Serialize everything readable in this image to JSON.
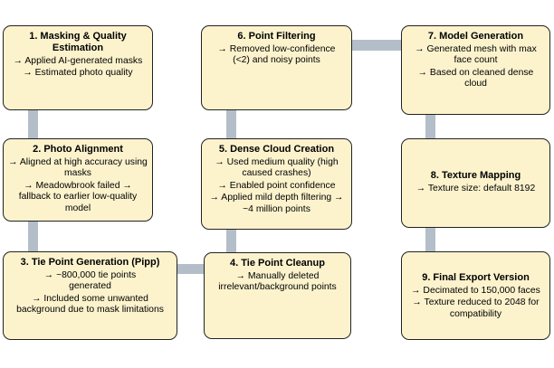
{
  "diagram": {
    "steps": [
      {
        "id": "s1",
        "title": "1. Masking & Quality Estimation",
        "items": [
          "→ Applied AI-generated masks",
          "→ Estimated photo quality"
        ]
      },
      {
        "id": "s2",
        "title": "2. Photo Alignment",
        "items": [
          "→ Aligned at high accuracy using masks",
          "→ Meadowbrook failed → fallback to earlier low-quality model"
        ]
      },
      {
        "id": "s3",
        "title": "3. Tie Point Generation (Pipp)",
        "items": [
          "→ ~800,000 tie points generated",
          "→ Included some unwanted background due to mask limitations"
        ]
      },
      {
        "id": "s4",
        "title": "4. Tie Point Cleanup",
        "items": [
          "→ Manually deleted irrelevant/background points"
        ]
      },
      {
        "id": "s5",
        "title": "5. Dense Cloud Creation",
        "items": [
          "→ Used medium quality (high caused crashes)",
          "→ Enabled point confidence",
          "→ Applied mild depth filtering → ~4 million points"
        ]
      },
      {
        "id": "s6",
        "title": "6. Point Filtering",
        "items": [
          "→ Removed low-confidence (<2) and noisy points"
        ]
      },
      {
        "id": "s7",
        "title": "7. Model Generation",
        "items": [
          "→ Generated mesh with max face count",
          "→ Based on cleaned dense cloud"
        ]
      },
      {
        "id": "s8",
        "title": "8. Texture Mapping",
        "items": [
          "→ Texture size: default 8192"
        ]
      },
      {
        "id": "s9",
        "title": "9. Final Export Version",
        "items": [
          "→ Decimated to 150,000 faces",
          "→ Texture reduced to 2048 for compatibility"
        ]
      }
    ],
    "colors": {
      "box_fill": "#fcf3cd",
      "box_border": "#222222",
      "connector": "#b4bec9"
    }
  }
}
